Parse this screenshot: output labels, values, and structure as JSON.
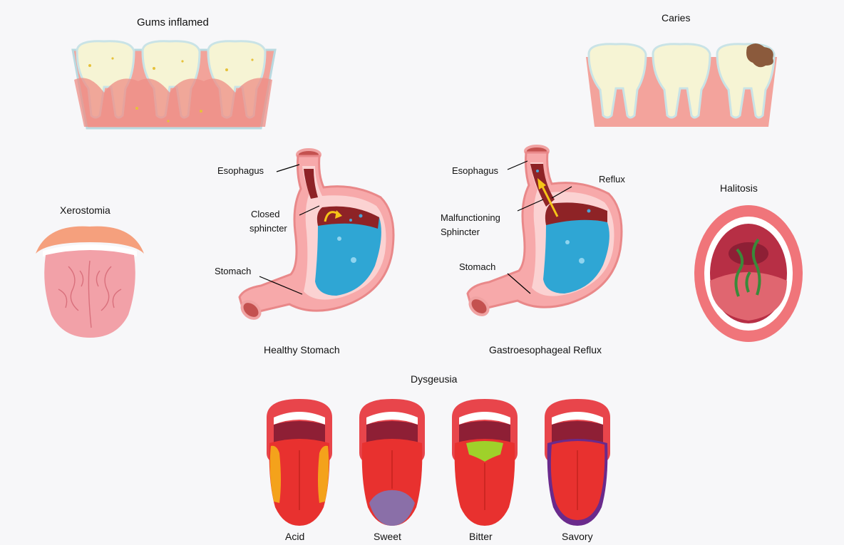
{
  "gums": {
    "title": "Gums inflamed"
  },
  "caries": {
    "title": "Caries"
  },
  "xerostomia": {
    "title": "Xerostomia"
  },
  "halitosis": {
    "title": "Halitosis"
  },
  "healthy_stomach": {
    "caption": "Healthy Stomach",
    "esophagus": "Esophagus",
    "sphincter_line1": "Closed",
    "sphincter_line2": "sphincter",
    "stomach": "Stomach"
  },
  "reflux_stomach": {
    "caption": "Gastroesophageal Reflux",
    "esophagus": "Esophagus",
    "reflux": "Reflux",
    "sphincter_line1": "Malfunctioning",
    "sphincter_line2": "Sphincter",
    "stomach": "Stomach"
  },
  "dysgeusia": {
    "title": "Dysgeusia",
    "tongues": [
      {
        "label": "Acid",
        "highlight": "#f4a21b"
      },
      {
        "label": "Sweet",
        "highlight": "#8a6fa8"
      },
      {
        "label": "Bitter",
        "highlight": "#9fd12a"
      },
      {
        "label": "Savory",
        "highlight": "#6a2a8c"
      }
    ]
  },
  "colors": {
    "gum": "#f19a93",
    "tooth": "#f3f1d2",
    "stomach_wall": "#f7a9aa",
    "acid": "#3aaed8",
    "tongue_red": "#e8312f",
    "lip": "#e8454b"
  }
}
